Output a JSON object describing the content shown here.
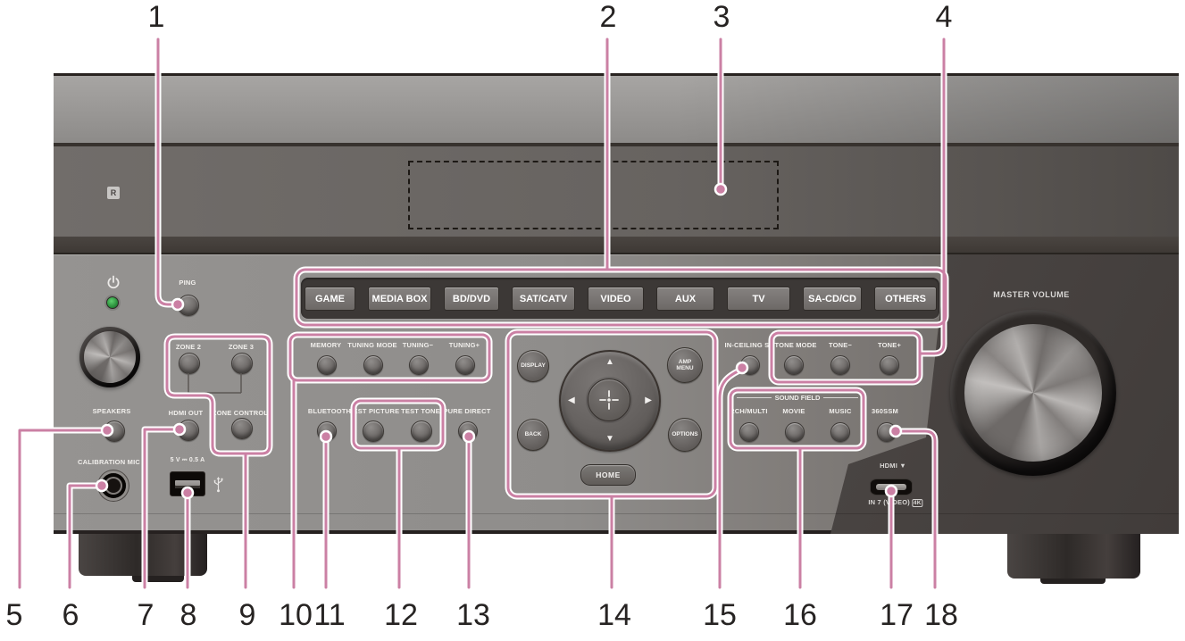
{
  "callouts": {
    "top": [
      "1",
      "2",
      "3",
      "4"
    ],
    "bottom": [
      "5",
      "6",
      "7",
      "8",
      "9",
      "10",
      "11",
      "12",
      "13",
      "14",
      "15",
      "16",
      "17",
      "18"
    ]
  },
  "panel": {
    "remote_sensor": "R",
    "ping": "PING",
    "inputs": [
      "GAME",
      "MEDIA BOX",
      "BD/DVD",
      "SAT/CATV",
      "VIDEO",
      "AUX",
      "TV",
      "SA-CD/CD",
      "OTHERS"
    ],
    "zone2": "ZONE 2",
    "zone3": "ZONE 3",
    "zone_control": "ZONE CONTROL",
    "memory": "MEMORY",
    "tuning_mode": "TUNING MODE",
    "tuning_minus": "TUNING−",
    "tuning_plus": "TUNING+",
    "speakers": "SPEAKERS",
    "hdmi_out": "HDMI OUT",
    "calibration_mic": "CALIBRATION MIC",
    "usb_rating": "5 V ⎓ 0.5 A",
    "bluetooth": "BLUETOOTH",
    "test_picture": "TEST PICTURE",
    "test_tone": "TEST TONE",
    "pure_direct": "PURE DIRECT",
    "display": "DISPLAY",
    "amp_menu": "AMP MENU",
    "back": "BACK",
    "options": "OPTIONS",
    "home": "HOME",
    "in_ceiling_sp": "IN-CEILING SP",
    "tone_mode": "TONE MODE",
    "tone_minus": "TONE−",
    "tone_plus": "TONE+",
    "sound_field": "SOUND FIELD",
    "ch2_multi": "2CH/MULTI",
    "movie": "MOVIE",
    "music": "MUSIC",
    "sssm360": "360SSM",
    "master_volume": "MASTER VOLUME",
    "hdmi_in_label": "HDMI ▼",
    "hdmi_in_sub": "IN 7 (VIDEO)",
    "hdmi_in_badge": "4K"
  },
  "colors": {
    "callout_pink": "#cb80a4",
    "led_green": "#2f9e44",
    "chassis_face": "#8f8d8b"
  }
}
